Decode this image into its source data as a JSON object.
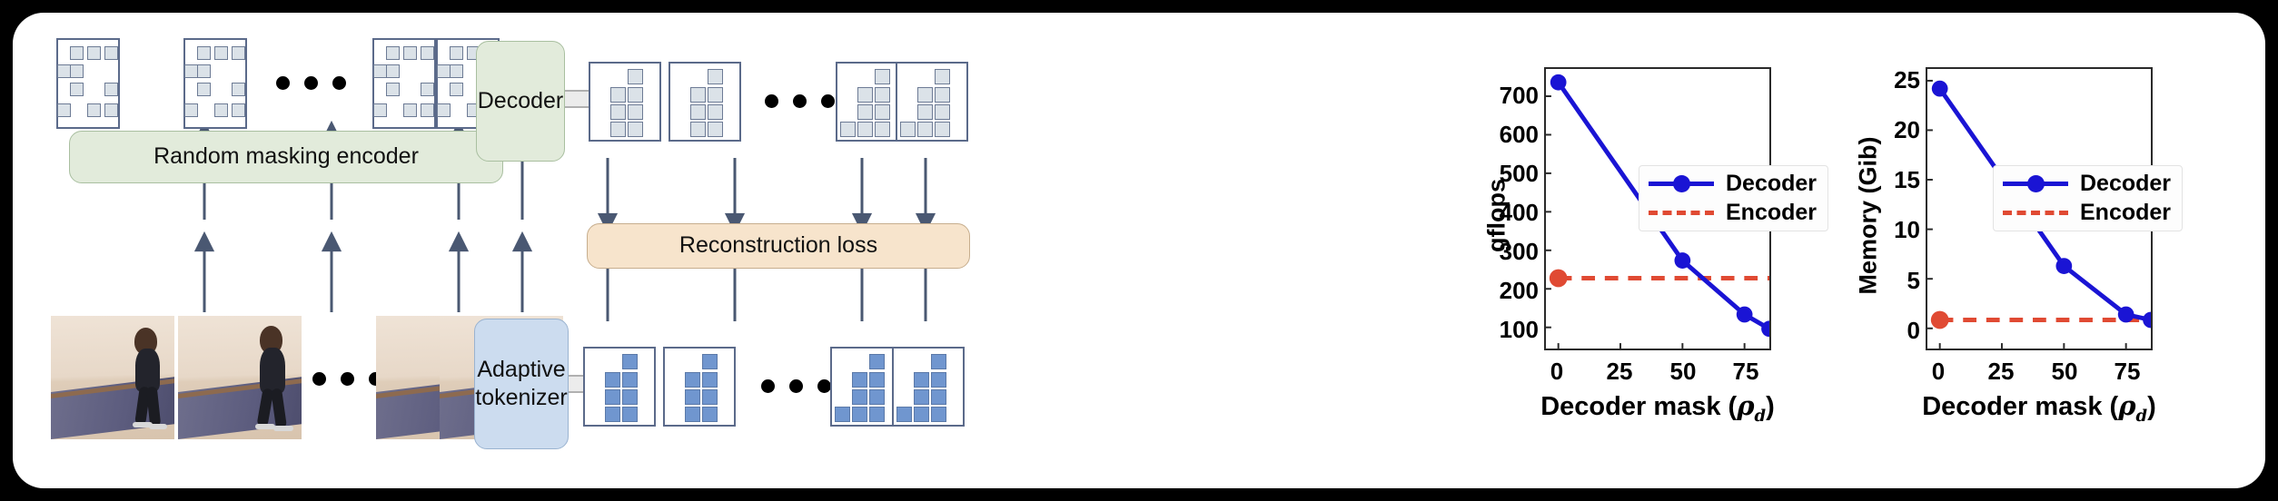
{
  "figure": {
    "background": "#000000",
    "panel_background": "#ffffff"
  },
  "diagram": {
    "blocks": [
      {
        "id": "random-masking-encoder",
        "label": "Random masking encoder",
        "color": "#e2ebdb"
      },
      {
        "id": "decoder",
        "label": "Decoder",
        "color": "#e2ebdb"
      },
      {
        "id": "adaptive-tokenizer",
        "label": "Adaptive\ntokenizer",
        "label_line1": "Adaptive",
        "label_line2": "tokenizer",
        "color": "#ccdcef"
      },
      {
        "id": "reconstruction-loss",
        "label": "Reconstruction loss",
        "color": "#f7e4cc"
      }
    ],
    "ellipsis_glyph": "● ● ●",
    "token_colors": {
      "masked": "#dbe2e8",
      "token": "#7096cf",
      "outline": "#5b6a8a"
    }
  },
  "chart_data": [
    {
      "id": "gflops-chart",
      "type": "line",
      "title": "",
      "xlabel": "Decoder mask (ρd)",
      "xlabel_text": "Decoder mask (",
      "xlabel_symbol": "ρ",
      "xlabel_sub": "d",
      "xlabel_close": ")",
      "ylabel": "gflops",
      "xlim": [
        -5,
        95
      ],
      "ylim": [
        25,
        740
      ],
      "xticks": [
        0,
        25,
        50,
        75
      ],
      "yticks": [
        100,
        200,
        300,
        400,
        500,
        600,
        700
      ],
      "grid": false,
      "legend_position": "center",
      "series": [
        {
          "name": "Decoder",
          "color": "#1a14d4",
          "style": "solid-marker",
          "x": [
            0,
            50,
            75,
            85,
            90
          ],
          "values": [
            705,
            242,
            102,
            65,
            50
          ]
        },
        {
          "name": "Encoder",
          "color": "#e04a33",
          "style": "dashed",
          "x": [
            0,
            90
          ],
          "values": [
            155,
            155
          ],
          "marker_x": 0,
          "marker_y": 155
        }
      ]
    },
    {
      "id": "memory-chart",
      "type": "line",
      "title": "",
      "xlabel": "Decoder mask (ρd)",
      "xlabel_text": "Decoder mask (",
      "xlabel_symbol": "ρ",
      "xlabel_sub": "d",
      "xlabel_close": ")",
      "ylabel": "Memory (Gib)",
      "xlim": [
        -5,
        95
      ],
      "ylim": [
        -1.2,
        26
      ],
      "xticks": [
        0,
        25,
        50,
        75
      ],
      "yticks": [
        0,
        5,
        10,
        15,
        20,
        25
      ],
      "grid": false,
      "legend_position": "center",
      "series": [
        {
          "name": "Decoder",
          "color": "#1a14d4",
          "style": "solid-marker",
          "x": [
            0,
            50,
            75,
            85,
            90
          ],
          "values": [
            24.2,
            6.3,
            1.4,
            0.85,
            0.8
          ]
        },
        {
          "name": "Encoder",
          "color": "#e04a33",
          "style": "dashed",
          "x": [
            0,
            90
          ],
          "values": [
            0.85,
            0.85
          ],
          "marker_x": 0,
          "marker_y": 0.85
        }
      ]
    }
  ]
}
